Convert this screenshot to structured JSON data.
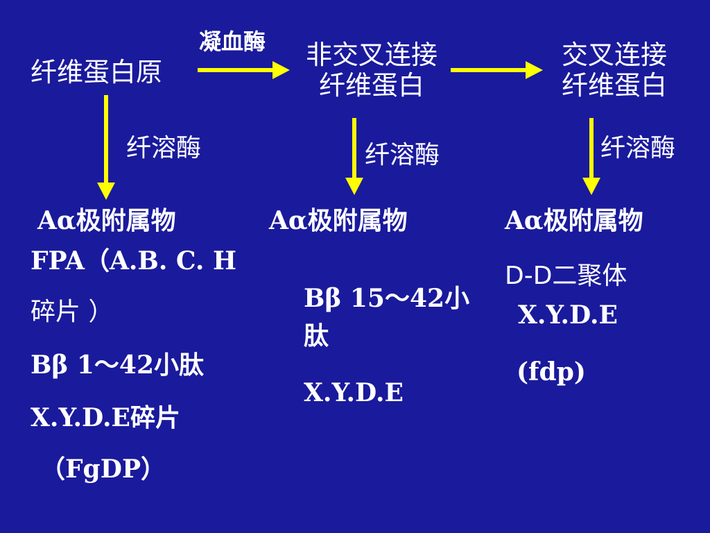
{
  "nodes": {
    "fibrinogen": "纤维蛋白原",
    "non_crosslinked_line1": "非交叉连接",
    "non_crosslinked_line2": "纤维蛋白",
    "crosslinked_line1": "交叉连接",
    "crosslinked_line2": "纤维蛋白"
  },
  "enzymes": {
    "thrombin": "凝血酶",
    "plasmin_1": "纤溶酶",
    "plasmin_2": "纤溶酶",
    "plasmin_3": "纤溶酶"
  },
  "products": {
    "col1": {
      "line1": "Aα极附属物",
      "line2": "FPA（A.B. C. H",
      "line3": "碎片 ）",
      "line4": "Bβ 1～42小肽",
      "line5": "X.Y.D.E碎片",
      "line6": "（FgDP）"
    },
    "col2": {
      "line1": "Aα极附属物",
      "line2a": "Bβ 15～42小",
      "line2b": "肽",
      "line3": "X.Y.D.E"
    },
    "col3": {
      "line1": "Aα极附属物",
      "line2": "D-D二聚体",
      "line3": "X.Y.D.E",
      "line4": "(fdp)"
    }
  },
  "colors": {
    "background": "#1a1a9c",
    "arrow": "#ffff00",
    "text": "#ffffff"
  }
}
